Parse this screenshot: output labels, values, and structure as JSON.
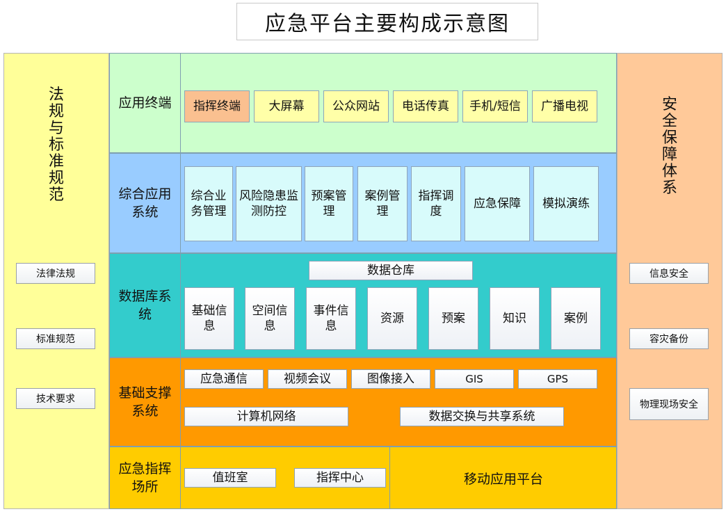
{
  "title": "应急平台主要构成示意图",
  "left_column": {
    "title": "法规与标准规范",
    "items": [
      "法律法规",
      "标准规范",
      "技术要求"
    ]
  },
  "right_column": {
    "title": "安全保障体系",
    "items": [
      "信息安全",
      "容灾备份",
      "物理现场安全"
    ]
  },
  "rows": {
    "terminals": {
      "label": "应用终端",
      "items": [
        "指挥终端",
        "大屏幕",
        "公众网站",
        "电话传真",
        "手机/短信",
        "广播电视"
      ]
    },
    "apps": {
      "label": "综合应用系统",
      "items": [
        "综合业务管理",
        "风险隐患监测防控",
        "预案管理",
        "案例管理",
        "指挥调度",
        "应急保障",
        "模拟演练"
      ]
    },
    "database": {
      "label": "数据库系统",
      "warehouse": "数据仓库",
      "items": [
        "基础信息",
        "空间信息",
        "事件信息",
        "资源",
        "预案",
        "知识",
        "案例"
      ]
    },
    "infrastructure": {
      "label": "基础支撑系统",
      "items": [
        "应急通信",
        "视频会议",
        "图像接入",
        "GIS",
        "GPS",
        "计算机网络",
        "数据交换与共享系统"
      ]
    },
    "venues": {
      "label": "应急指挥场所",
      "items": [
        "值班室",
        "指挥中心"
      ],
      "mobile": "移动应用平台"
    }
  },
  "colors": {
    "left_column": "#ffff99",
    "right_column": "#ffc999",
    "terminals": "#ccffcc",
    "apps": "#99ccff",
    "database": "#33cccc",
    "infrastructure": "#ff9900",
    "venues": "#ffcc00",
    "highlight": "#fac090"
  }
}
